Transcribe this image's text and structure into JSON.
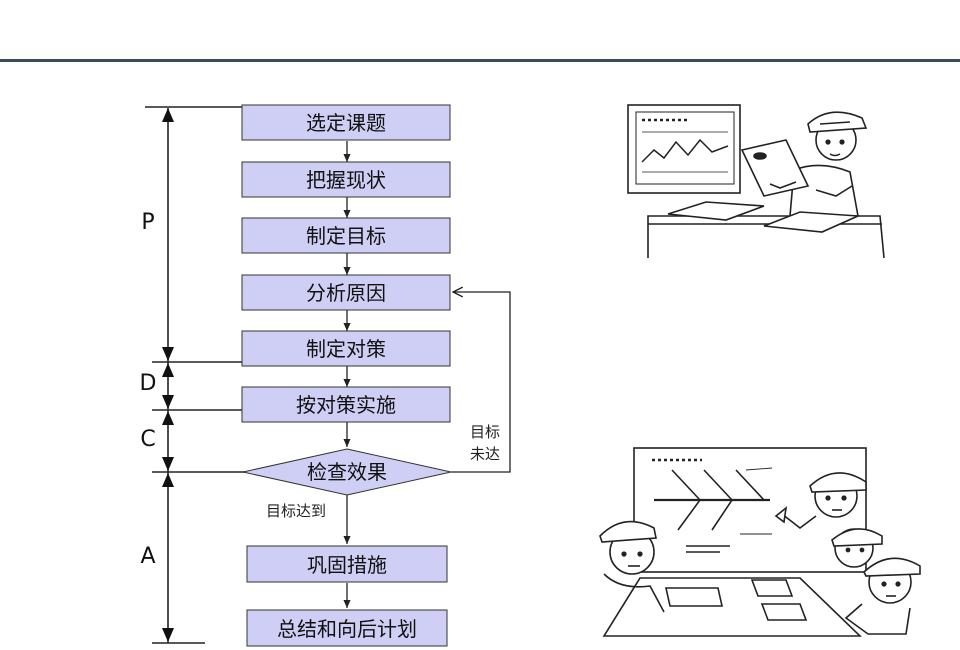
{
  "phases": {
    "p": "P",
    "d": "D",
    "c": "C",
    "a": "A"
  },
  "steps": [
    "选定课题",
    "把握现状",
    "制定目标",
    "分析原因",
    "制定对策",
    "按对策实施",
    "检查效果",
    "巩固措施",
    "总结和向后计划"
  ],
  "labels": {
    "goal_reached": "目标达到",
    "goal_not_reached_line1": "目标",
    "goal_not_reached_line2": "未达"
  },
  "colors": {
    "box_fill": "#cfcff5",
    "header_line": "#3b4a5c",
    "ink": "#222222"
  },
  "illustrations": {
    "top": "worker-presenting-chart-illustration",
    "bottom": "team-meeting-fishbone-illustration"
  }
}
